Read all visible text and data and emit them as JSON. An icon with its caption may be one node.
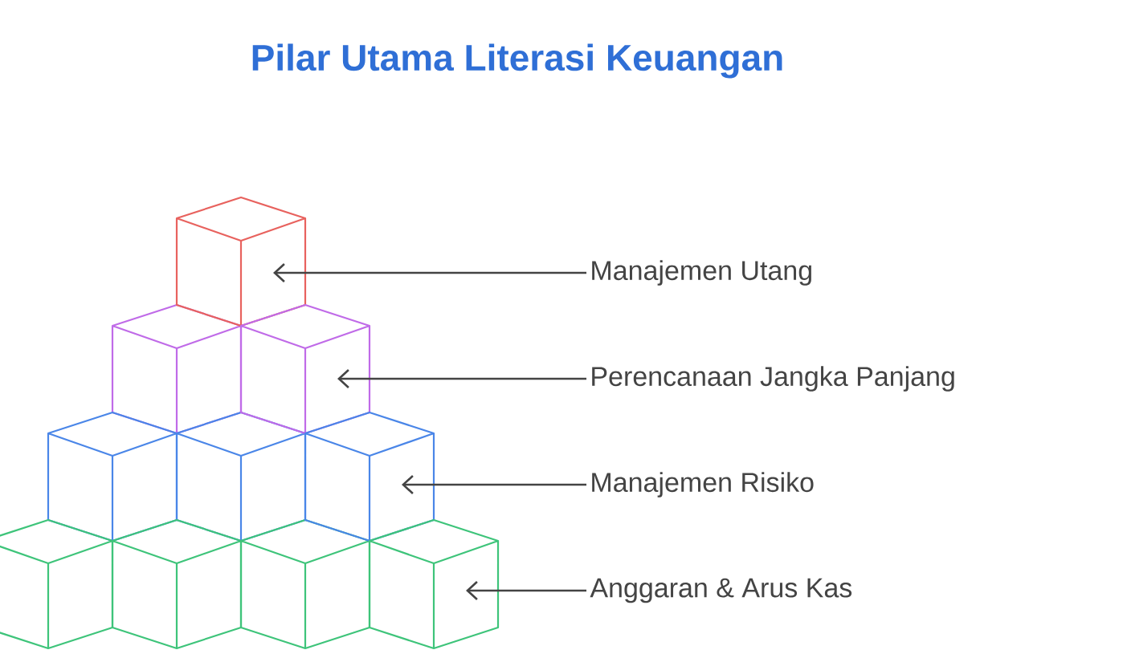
{
  "diagram": {
    "title": "Pilar Utama Literasi Keuangan",
    "nodes": [
      {
        "text": [
          "Manajemen Utang"
        ]
      },
      {
        "text": [
          "Perencanaan Jangka Panjang"
        ]
      },
      {
        "text": [
          "Manajemen Risiko"
        ]
      },
      {
        "text": [
          "Anggaran & Arus Kas"
        ]
      },
      {
        "text": [],
        "shape": "cube"
      },
      {
        "text": [],
        "shape": "cube"
      },
      {
        "text": [],
        "shape": "cube"
      },
      {
        "text": [],
        "shape": "cube"
      }
    ],
    "edges": [
      {
        "from": 0,
        "to": 4,
        "arrow": "to"
      },
      {
        "from": 1,
        "to": 5,
        "arrow": "to"
      },
      {
        "from": 2,
        "to": 6,
        "arrow": "to"
      },
      {
        "from": 3,
        "to": 7,
        "arrow": "to"
      }
    ]
  }
}
